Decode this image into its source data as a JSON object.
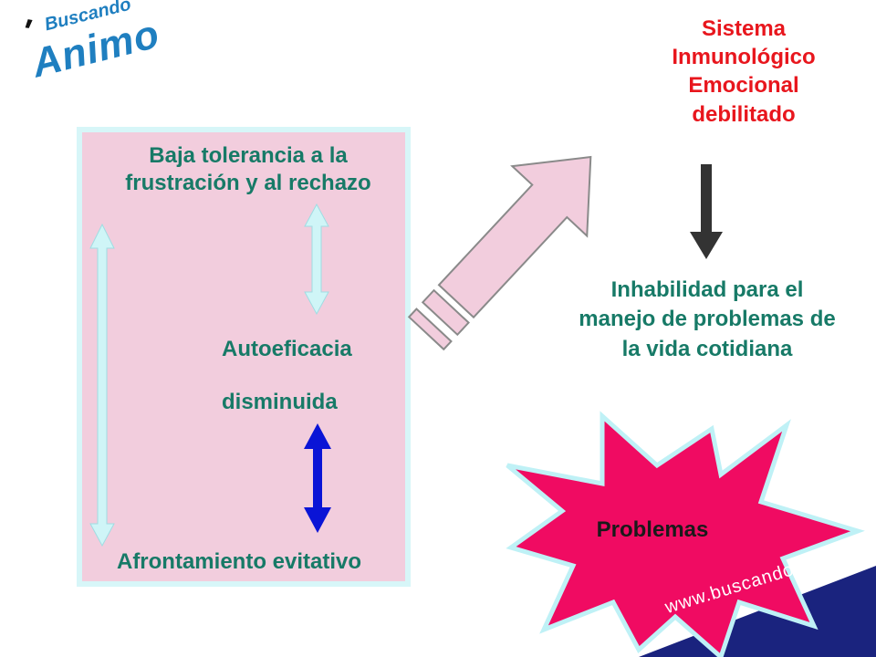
{
  "logo": {
    "apostrophe": "'",
    "word_small": "Buscando",
    "word_large": "Animo"
  },
  "left_panel": {
    "title": "Baja tolerancia a la frustración y al rechazo",
    "autoeficacia": "Autoeficacia",
    "disminuida": "disminuida",
    "afrontamiento": "Afrontamiento evitativo"
  },
  "right_panel": {
    "sistema": "Sistema Inmunológico Emocional debilitado",
    "inhabilidad": "Inhabilidad para el manejo de problemas de la vida cotidiana",
    "problemas": "Problemas"
  },
  "footer": {
    "website": "www.buscandoanimo.org"
  },
  "colors": {
    "pink_box_fill": "#f2cddd",
    "pink_box_border": "#d7f6f8",
    "light_arrow": "#cff5f7",
    "blue_arrow": "#0a14d6",
    "big_arrow_fill": "#f2cddd",
    "star_fill": "#f00b62",
    "star_border": "#bff1f6",
    "dark_band": "#1a237e",
    "text_green": "#177a67",
    "text_red": "#e8161d"
  }
}
